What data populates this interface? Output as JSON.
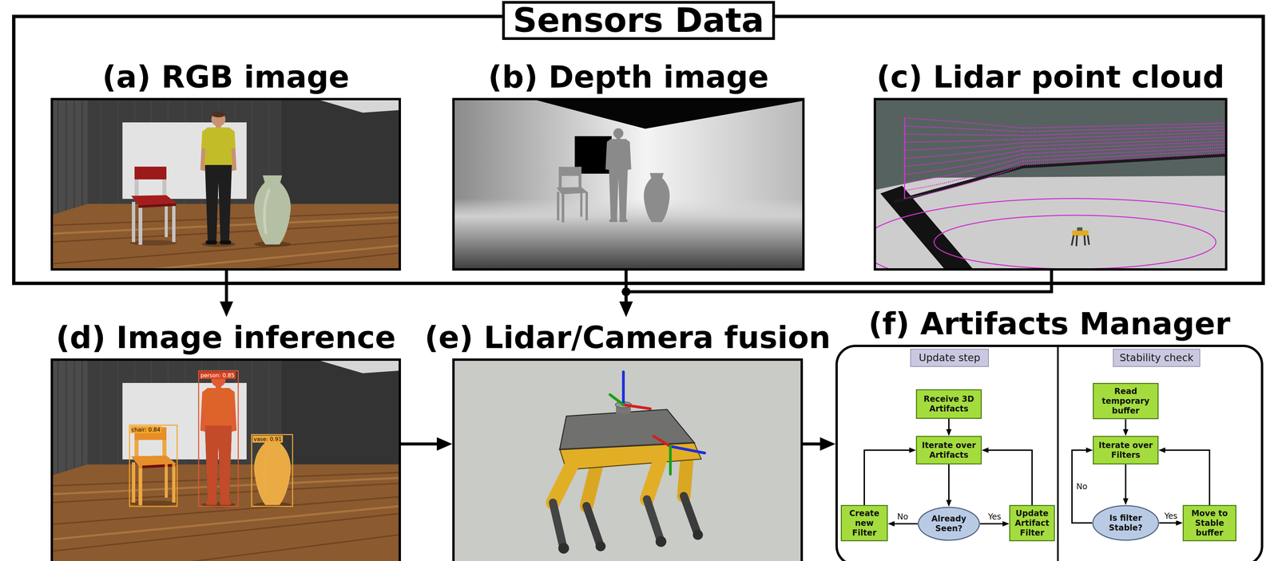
{
  "diagram": {
    "nodes": [
      {
        "text": [
          "Sensors Data"
        ]
      },
      {
        "text": [
          "(a) RGB image"
        ],
        "in": 0
      },
      {
        "text": [
          "(b) Depth image"
        ],
        "in": 0
      },
      {
        "text": [
          "(c) Lidar point cloud"
        ],
        "in": 0
      },
      {
        "text": [
          "(d) Image inference"
        ]
      },
      {
        "text": [
          "(e) Lidar/Camera fusion"
        ]
      },
      {
        "text": [
          "(f) Artifacts Manager"
        ]
      },
      {
        "text": [
          "Update step"
        ],
        "in": 6
      },
      {
        "text": [
          "Receive 3D Artifacts"
        ],
        "in": 6
      },
      {
        "text": [
          "Iterate over Artifacts"
        ],
        "in": 6
      },
      {
        "text": [
          "Create new Filter"
        ],
        "in": 6
      },
      {
        "text": [
          "Already Seen?"
        ],
        "in": 6
      },
      {
        "text": [
          "Update Artifact Filter"
        ],
        "in": 6
      },
      {
        "text": [
          "Stability check"
        ],
        "in": 6
      },
      {
        "text": [
          "Read temporary buffer"
        ],
        "in": 6
      },
      {
        "text": [
          "Iterate over Filters"
        ],
        "in": 6
      },
      {
        "text": [
          "Is filter Stable?"
        ],
        "in": 6
      },
      {
        "text": [
          "Move to Stable buffer"
        ],
        "in": 6
      }
    ],
    "edges": [
      {
        "from": 1,
        "to": 4,
        "arrow": "to"
      },
      {
        "from": 2,
        "to": 5,
        "arrow": "to"
      },
      {
        "from": 3,
        "to": 5,
        "arrow": "to"
      },
      {
        "from": 4,
        "to": 5,
        "arrow": "to"
      },
      {
        "from": 5,
        "to": 6,
        "arrow": "to"
      },
      {
        "from": 8,
        "to": 9,
        "arrow": "to"
      },
      {
        "from": 9,
        "to": 11,
        "arrow": "to"
      },
      {
        "from": 11,
        "to": 10,
        "label": "No",
        "arrow": "to"
      },
      {
        "from": 11,
        "to": 12,
        "label": "Yes",
        "arrow": "to"
      },
      {
        "from": 10,
        "to": 9,
        "arrow": "to"
      },
      {
        "from": 12,
        "to": 9,
        "arrow": "to"
      },
      {
        "from": 14,
        "to": 15,
        "arrow": "to"
      },
      {
        "from": 15,
        "to": 16,
        "arrow": "to"
      },
      {
        "from": 16,
        "to": 17,
        "label": "Yes",
        "arrow": "to"
      },
      {
        "from": 17,
        "to": 15,
        "arrow": "to"
      },
      {
        "from": 16,
        "to": 15,
        "label": "No",
        "arrow": "to"
      }
    ],
    "labels": [
      "chair: 0.84",
      "person: 0.85",
      "vase: 0.91"
    ]
  }
}
